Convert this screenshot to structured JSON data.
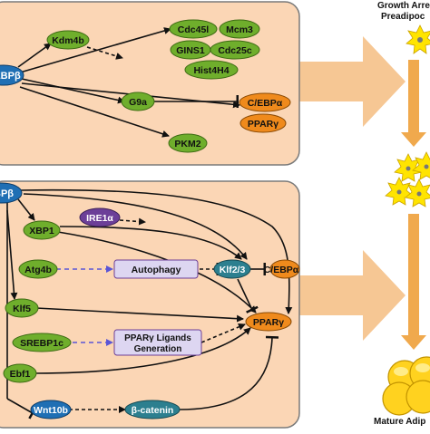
{
  "colors": {
    "panel_fill": "#fbd6b5",
    "panel_stroke": "#7a7a7a",
    "green_node": "#6fae2c",
    "orange_node": "#ef8a1c",
    "blue_node": "#1f6fb4",
    "teal_node": "#2c7f8f",
    "purple_node": "#6c3f98",
    "lavender_box": "#ddd6f1",
    "big_arrow": "#f6c794",
    "down_arrow": "#f0a94d",
    "cell_yellow": "#ffe400",
    "dashed_blue": "#5a55d6"
  },
  "top_panel": {
    "source": "EBPβ",
    "nodes": {
      "kdm4b": "Kdm4b",
      "cdc45l": "Cdc45l",
      "mcm3": "Mcm3",
      "gins1": "GINS1",
      "cdc25c": "Cdc25c",
      "hist4h4": "Hist4H4",
      "g9a": "G9a",
      "cebpa": "C/EBPα",
      "pparg": "PPARγ",
      "pkm2": "PKM2"
    }
  },
  "bottom_panel": {
    "source": "BPβ",
    "nodes": {
      "xbp1": "XBP1",
      "ire1a": "IRE1α",
      "atg4b": "Atg4b",
      "autophagy": "Autophagy",
      "klf23": "Klf2/3",
      "cebpa": "C/EBPα",
      "klf5": "Klf5",
      "pparg": "PPARγ",
      "srebp1c": "SREBP1c",
      "ligands_line1": "PPARγ Ligands",
      "ligands_line2": "Generation",
      "ebf1": "Ebf1",
      "wnt10b": "Wnt10b",
      "bcatenin": "β-catenin"
    }
  },
  "right_column": {
    "top_label_line1": "Growth Arre",
    "top_label_line2": "Preadipoc",
    "bottom_label": "Mature Adip"
  }
}
